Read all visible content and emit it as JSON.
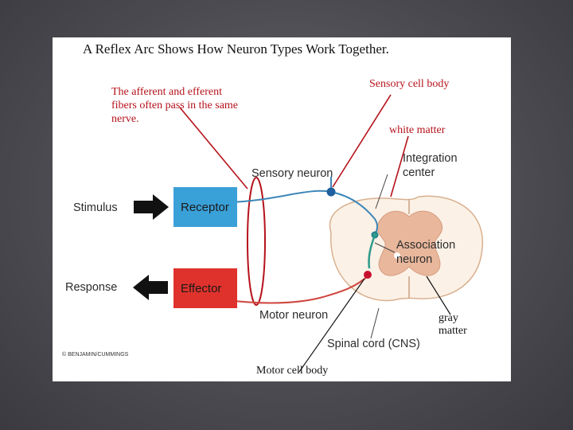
{
  "title": "A Reflex Arc Shows How Neuron Types Work Together.",
  "annotations": {
    "fibers_note": [
      "The afferent and efferent",
      "fibers often pass in the same",
      "nerve."
    ],
    "sensory_cell_body": "Sensory cell body",
    "white_matter": "white matter",
    "gray_matter": [
      "gray",
      "matter"
    ],
    "motor_cell_body": "Motor cell body"
  },
  "labels": {
    "integration_center": [
      "Integration",
      "center"
    ],
    "sensory_neuron": "Sensory neuron",
    "stimulus": "Stimulus",
    "receptor": "Receptor",
    "association_neuron": [
      "Association",
      "neuron"
    ],
    "response": "Response",
    "effector": "Effector",
    "motor_neuron": "Motor neuron",
    "spinal_cord": "Spinal cord (CNS)",
    "credit": "© BENJAMIN/CUMMINGS"
  },
  "colors": {
    "annotation_red": "#b5121b",
    "receptor_box": "#3aa0d8",
    "effector_box": "#e0322c",
    "sensory_axon": "#3d86b8",
    "association_axon": "#2f9a8a",
    "gray_matter_fill": "#e9b79c",
    "white_matter_fill": "#fbf1e6"
  }
}
